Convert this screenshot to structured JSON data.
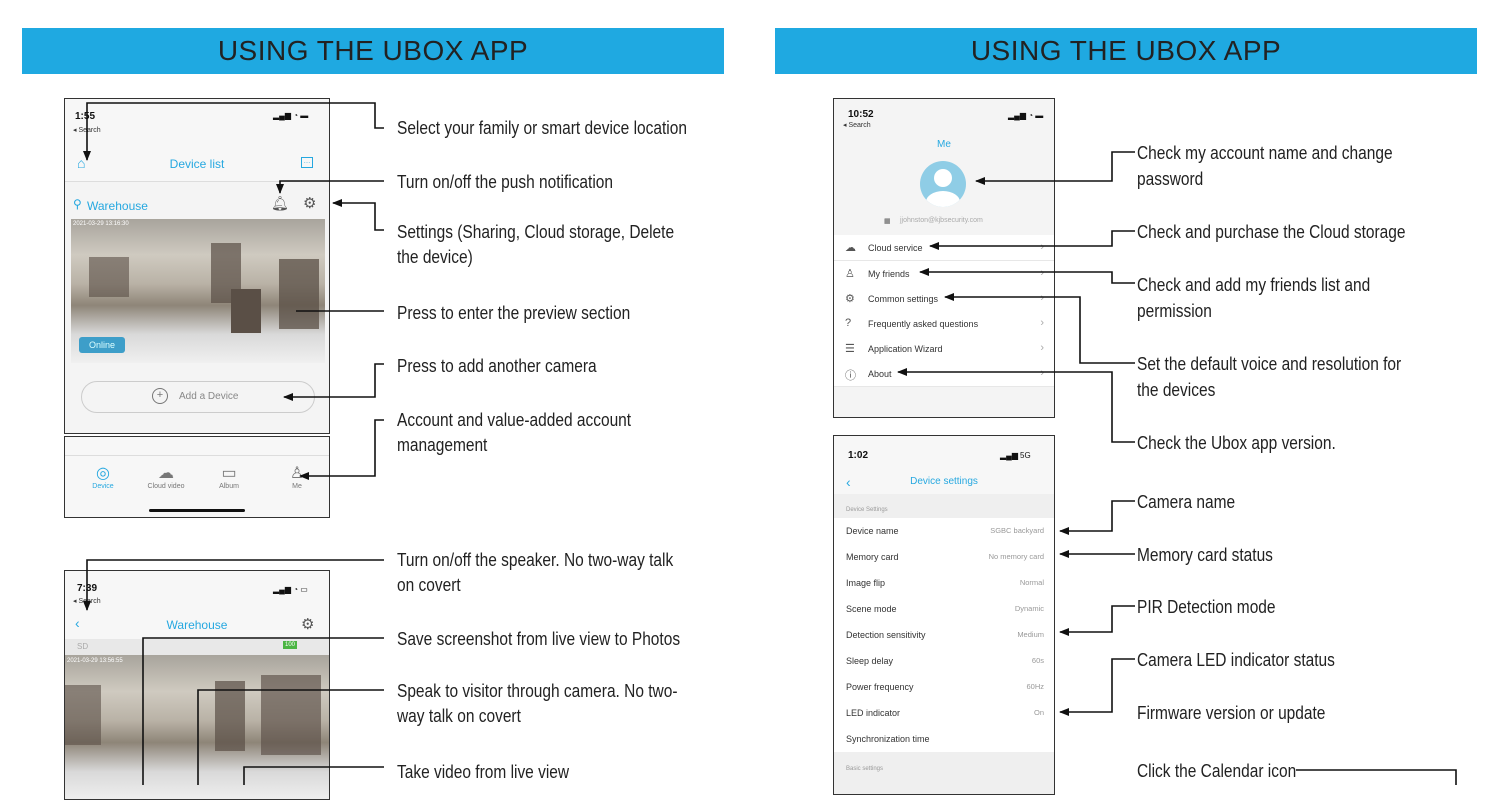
{
  "left": {
    "banner": "USING THE UBOX APP",
    "phone1": {
      "time": "1:55",
      "back": "◂ Search",
      "title": "Device list",
      "location": "Warehouse",
      "timestamp": "2021-03-29 13:16:30",
      "online": "Online",
      "add_device": "Add a Device",
      "tabs": [
        "Device",
        "Cloud video",
        "Album",
        "Me"
      ]
    },
    "annotations": [
      "Select your family or smart device location",
      "Turn on/off the push notification",
      "Settings (Sharing, Cloud storage, Delete",
      "the device)",
      "Press to enter the preview section",
      "Press to add another camera",
      "Account and value-added account",
      "management"
    ],
    "phone2": {
      "time": "7:39",
      "back": "◂ Search",
      "title": "Warehouse",
      "quality": "SD",
      "battery": "100",
      "timestamp": "2021-03-29 13:56:55"
    },
    "annotations2": [
      "Turn on/off the speaker. No two-way talk",
      "on covert",
      "Save screenshot from live view to Photos",
      "Speak to visitor through camera. No two-",
      "way talk on covert",
      "Take video from live view"
    ]
  },
  "right": {
    "banner": "USING THE UBOX APP",
    "phone3": {
      "time": "10:52",
      "back": "◂ Search",
      "title": "Me",
      "email": "jjohnston@kjbsecurity.com",
      "menu": [
        "Cloud service",
        "My friends",
        "Common settings",
        "Frequently asked questions",
        "Application Wizard",
        "About"
      ]
    },
    "annotations": [
      "Check my account name and change",
      "password",
      "Check and purchase the Cloud storage",
      "Check and add my friends list and",
      "permission",
      "Set the default voice and resolution for",
      "the devices",
      "Check the Ubox app version."
    ],
    "phone4": {
      "time": "1:02",
      "network": "5G",
      "title": "Device settings",
      "section1": "Device Settings",
      "rows": [
        {
          "label": "Device name",
          "value": "SGBC backyard"
        },
        {
          "label": "Memory card",
          "value": "No memory card"
        },
        {
          "label": "Image flip",
          "value": "Normal"
        },
        {
          "label": "Scene mode",
          "value": "Dynamic"
        },
        {
          "label": "Detection sensitivity",
          "value": "Medium"
        },
        {
          "label": "Sleep delay",
          "value": "60s"
        },
        {
          "label": "Power frequency",
          "value": "60Hz"
        },
        {
          "label": "LED indicator",
          "value": "On"
        },
        {
          "label": "Synchronization time",
          "value": ""
        }
      ],
      "section2": "Basic settings"
    },
    "annotations2": [
      "Camera name",
      "Memory card status",
      "PIR Detection mode",
      "Camera LED indicator status",
      "Firmware version or update",
      "Click the Calendar icon"
    ]
  },
  "colors": {
    "banner": "#1fa9e1",
    "accent": "#26a8e0"
  }
}
